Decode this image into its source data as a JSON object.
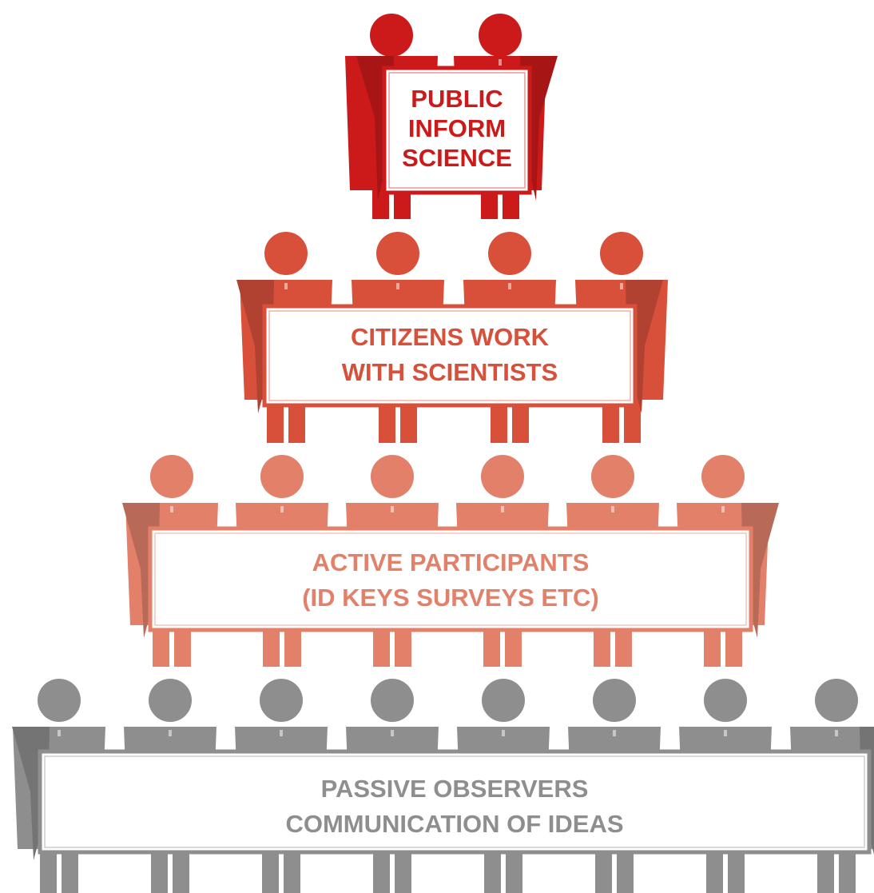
{
  "tiers": [
    {
      "id": "public-inform-science",
      "lines": [
        "PUBLIC",
        "INFORM",
        "SCIENCE"
      ],
      "people": 2,
      "color": "#cc1a1a"
    },
    {
      "id": "citizens-work-with-scientists",
      "lines": [
        "CITIZENS WORK",
        "WITH SCIENTISTS"
      ],
      "people": 4,
      "color": "#d84f3a"
    },
    {
      "id": "active-participants",
      "lines": [
        "ACTIVE PARTICIPANTS",
        "(ID KEYS SURVEYS ETC)"
      ],
      "people": 6,
      "color": "#e2806a"
    },
    {
      "id": "passive-observers",
      "lines": [
        "PASSIVE OBSERVERS",
        "COMMUNICATION OF IDEAS"
      ],
      "people": 8,
      "color": "#8e8e8e"
    }
  ]
}
